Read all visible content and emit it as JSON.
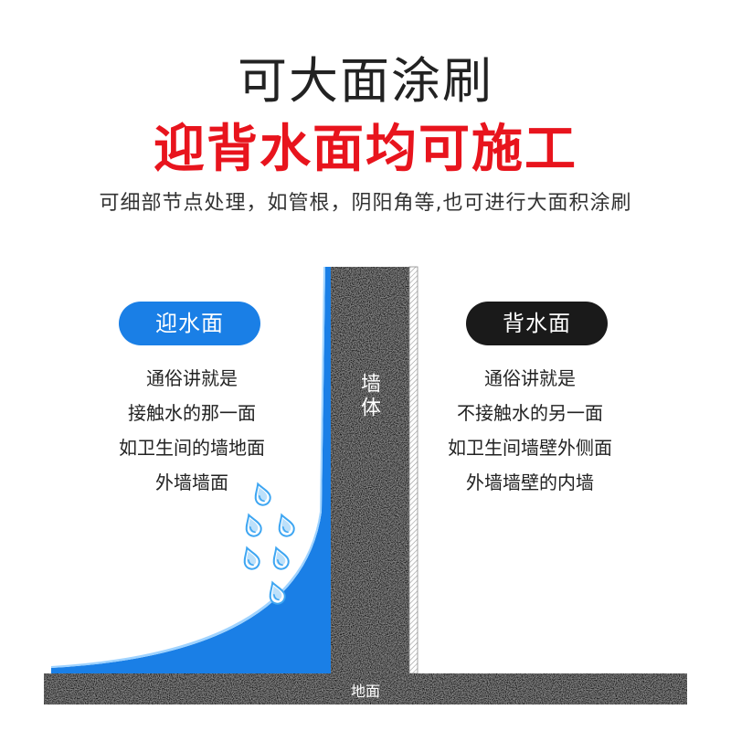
{
  "header": {
    "title": "可大面涂刷",
    "subtitle": "迎背水面均可施工",
    "description": "可细部节点处理，如管根，阴阳角等,也可进行大面积涂刷"
  },
  "front_side": {
    "badge": "迎水面",
    "lines": [
      "通俗讲就是",
      "接触水的那一面",
      "如卫生间的墙地面",
      "外墙墙面"
    ]
  },
  "back_side": {
    "badge": "背水面",
    "lines": [
      "通俗讲就是",
      "不接触水的另一面",
      "如卫生间墙壁外侧面",
      "外墙墙壁的内墙"
    ]
  },
  "diagram": {
    "wall_label": "墙体",
    "ground_label": "地面",
    "droplet_icon": "water-drop-icon"
  },
  "colors": {
    "title": "#222222",
    "subtitle": "#e8141d",
    "front_badge": "#1a7fe6",
    "back_badge": "#1a1a1a",
    "coating": "#1a7fe6",
    "wall": "#1c1c1c",
    "droplet": "#3ea6f2"
  }
}
